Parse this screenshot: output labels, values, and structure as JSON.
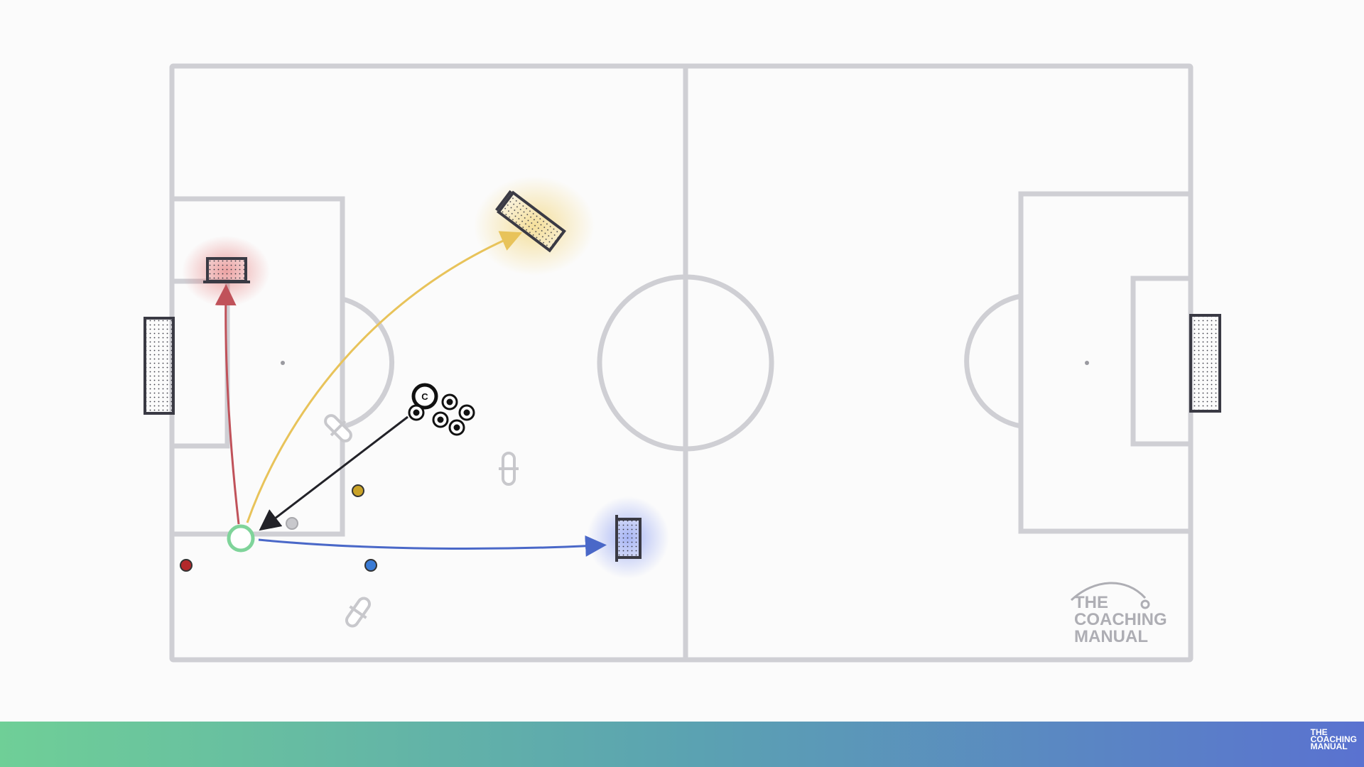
{
  "diagram": {
    "description_labels": {
      "coach_marker_letter": "C"
    },
    "colors": {
      "pitch_lines": "#cfcfd4",
      "goal_frame": "#3a3a44",
      "red_glow": "#e05a5a",
      "yellow_glow": "#f0cc5a",
      "blue_glow": "#6f86f0",
      "red_arrow": "#c0525a",
      "yellow_arrow": "#e8c35a",
      "blue_arrow": "#4a68c8",
      "black_arrow": "#222228",
      "start_ring": "#7fd49a",
      "red_player": "#b3282b",
      "blue_player": "#3a7bd5",
      "yellow_player": "#c9a227",
      "grey_player": "#c8c8cc"
    },
    "icons": [
      "goal-icon",
      "mini-goal-icon",
      "mannequin-icon",
      "ball-icon",
      "coach-icon",
      "cone-ring-icon"
    ]
  },
  "watermark": {
    "line1": "THE",
    "line2": "COACHING",
    "line3": "MANUAL"
  },
  "footer_logo": {
    "line1": "THE",
    "line2": "COACHING",
    "line3": "MANUAL"
  }
}
